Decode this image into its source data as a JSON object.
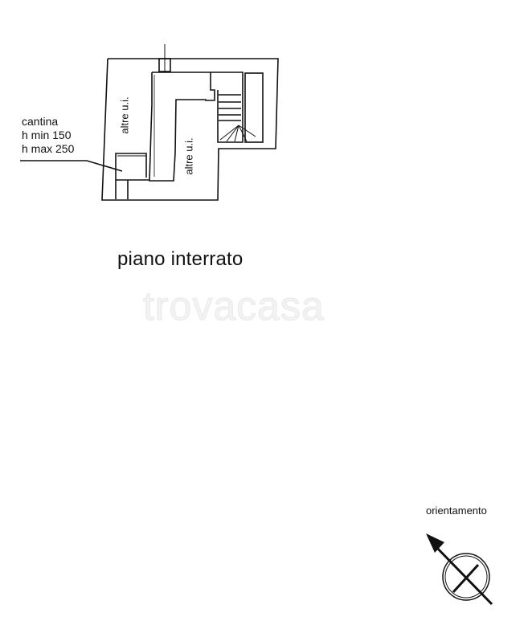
{
  "plan": {
    "rooms": [
      {
        "label": "altre u.i."
      },
      {
        "label": "altre u.i."
      }
    ],
    "cantina_note": {
      "lines": [
        "cantina",
        "h min 150",
        "h max 250"
      ]
    },
    "floor_title": "piano interrato"
  },
  "watermark": {
    "text": "trovacasa"
  },
  "compass": {
    "label": "orientamento"
  }
}
